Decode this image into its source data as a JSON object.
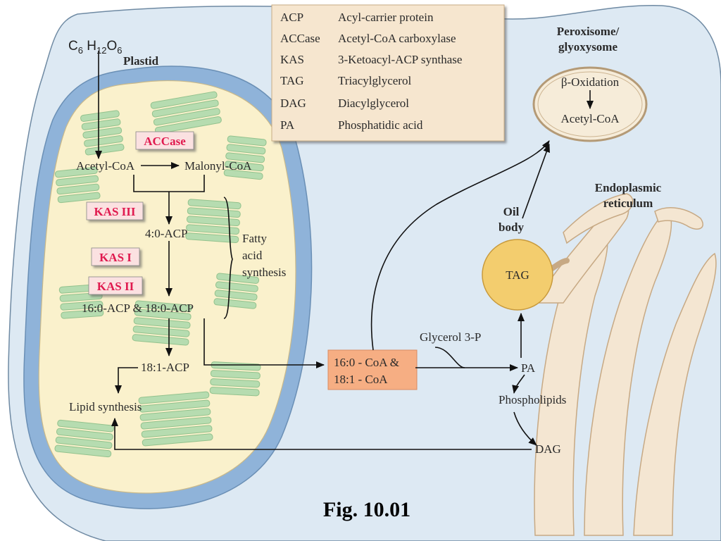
{
  "legend": [
    {
      "abbr": "ACP",
      "full": "Acyl-carrier protein"
    },
    {
      "abbr": "ACCase",
      "full": "Acetyl-CoA carboxylase"
    },
    {
      "abbr": "KAS",
      "full": "3-Ketoacyl-ACP synthase"
    },
    {
      "abbr": "TAG",
      "full": "Triacylglycerol"
    },
    {
      "abbr": "DAG",
      "full": "Diacylglycerol"
    },
    {
      "abbr": "PA",
      "full": "Phosphatidic acid"
    }
  ],
  "labels": {
    "glucose": "C",
    "glucose_sub1": "6",
    "glucose_h": " H",
    "glucose_sub2": "12",
    "glucose_o": "O",
    "glucose_sub3": "6",
    "plastid": "Plastid",
    "peroxisome_line1": "Peroxisome/",
    "peroxisome_line2": "glyoxysome",
    "beta_oxidation": "β-Oxidation",
    "acetyl_coa_perox": "Acetyl-CoA",
    "er_line1": "Endoplasmic",
    "er_line2": "reticulum",
    "oil_line1": "Oil",
    "oil_line2": "body",
    "tag": "TAG",
    "acetyl_coa": "Acetyl-CoA",
    "malonyl_coa": "Malonyl-CoA",
    "acp40": "4:0-ACP",
    "acp160_180": "16:0-ACP & 18:0-ACP",
    "acp181": "18:1-ACP",
    "lipid_synthesis": "Lipid synthesis",
    "fatty_line1": "Fatty",
    "fatty_line2": "acid",
    "fatty_line3": "synthesis",
    "coa_line1": "16:0 - CoA &",
    "coa_line2": "18:1 - CoA",
    "glycerol3p": "Glycerol 3-P",
    "pa": "PA",
    "phospholipids": "Phospholipids",
    "dag": "DAG",
    "figure": "Fig. 10.01"
  },
  "enzymes": {
    "accase": "ACCase",
    "kas3": "KAS III",
    "kas1": "KAS I",
    "kas2": "KAS II"
  },
  "colors": {
    "cytosol": "#dde9f3",
    "plastid_envelope": "#8fb3d9",
    "stroma": "#faf1cc",
    "thylakoid": "#b6dcb0",
    "enzyme_text": "#e01a4f",
    "enzyme_box": "#fbe1e1",
    "coa_box": "#f6ae83",
    "legend_box": "#f6e6cf",
    "oil_body": "#f3cd6e",
    "er": "#f4e6d2"
  }
}
